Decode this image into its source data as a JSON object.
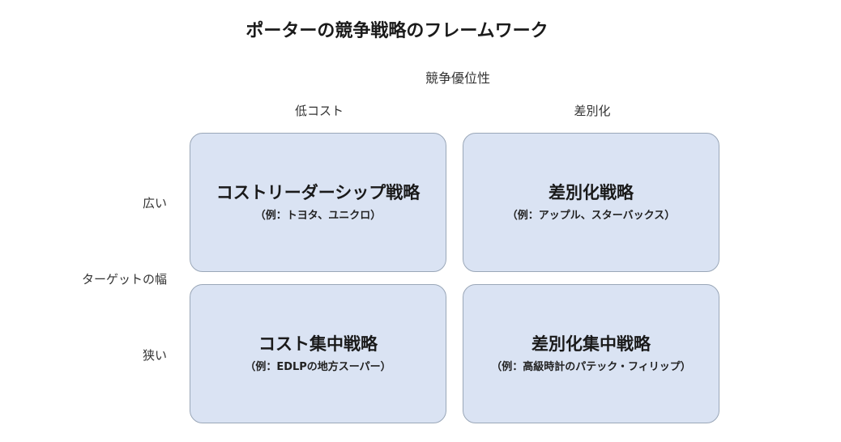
{
  "title": "ポーターの競争戦略のフレームワーク",
  "axes": {
    "x_label": "競争優位性",
    "y_label": "ターゲットの幅",
    "columns": [
      "低コスト",
      "差別化"
    ],
    "rows": [
      "広い",
      "狭い"
    ]
  },
  "quadrants": [
    {
      "name": "コストリーダーシップ戦略",
      "example": "（例：トヨタ、ユニクロ）"
    },
    {
      "name": "差別化戦略",
      "example": "（例：アップル、スターバックス）"
    },
    {
      "name": "コスト集中戦略",
      "example": "（例：EDLPの地方スーパー）"
    },
    {
      "name": "差別化集中戦略",
      "example": "（例：高級時計のパテック・フィリップ）"
    }
  ],
  "colors": {
    "box_fill": "#dae3f3",
    "box_border": "#9aa7b8"
  }
}
